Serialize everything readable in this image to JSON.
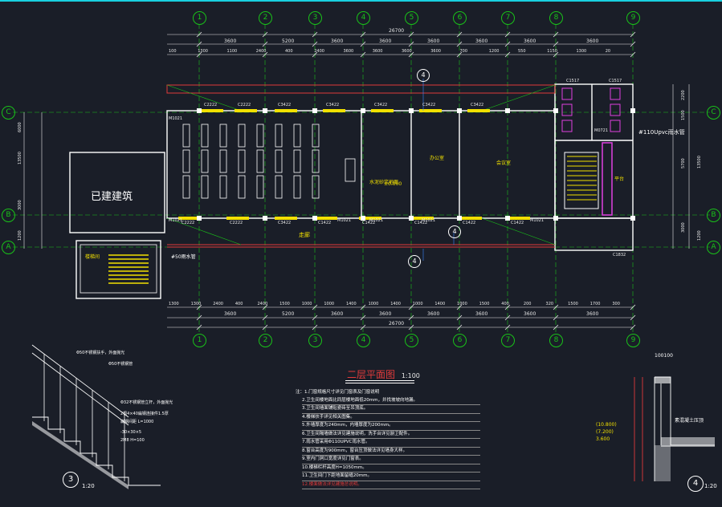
{
  "colors": {
    "background": "#1a1e28",
    "grid_axis": "#19c219",
    "dimension": "#e8e8e8",
    "wall": "#ffffff",
    "window_yellow": "#f2e000",
    "door_magenta": "#e040e0",
    "outline_red": "#e03a3a",
    "leader_blue": "#3a86ff",
    "cyan_top": "#19d0e0"
  },
  "axes_top": [
    "1",
    "2",
    "3",
    "4",
    "5",
    "6",
    "7",
    "8",
    "9"
  ],
  "axes_bottom": [
    "1",
    "2",
    "3",
    "4",
    "5",
    "6",
    "7",
    "8",
    "9"
  ],
  "axes_left": [
    "C",
    "B",
    "A"
  ],
  "axes_right": [
    "C",
    "B",
    "A"
  ],
  "dims": {
    "top_total": "26700",
    "bottom_total": "26700",
    "top_row": [
      "3600",
      "5200",
      "3600",
      "3600",
      "3600",
      "3600",
      "3600",
      "3600"
    ],
    "top_small": [
      "100",
      "1300",
      "1100",
      "2400",
      "400",
      "2400",
      "3600",
      "3600",
      "3600",
      "3600",
      "700",
      "1200",
      "550",
      "1150",
      "1300",
      "20"
    ],
    "bottom_row": [
      "3600",
      "5200",
      "3600",
      "3600",
      "3600",
      "3600",
      "3600",
      "3600"
    ],
    "bottom_small": [
      "1300",
      "1300",
      "2400",
      "400",
      "2400",
      "1500",
      "1000",
      "1000",
      "1400",
      "1000",
      "1400",
      "1000",
      "1400",
      "1000",
      "1500",
      "400",
      "200",
      "320",
      "1500",
      "1700",
      "300"
    ],
    "left": [
      "6000",
      "13500",
      "3000",
      "1200"
    ],
    "right": [
      "2200",
      "1500",
      "5700",
      "13500",
      "3000",
      "1200"
    ]
  },
  "windows_north": [
    "C2222",
    "C2222",
    "C3422",
    "C3422",
    "C3422",
    "C3422",
    "C3422"
  ],
  "windows_south": [
    "C2222",
    "C2222",
    "C3422",
    "C1422",
    "C1422",
    "C1422",
    "C1422",
    "C1422"
  ],
  "doors": [
    "M1021",
    "M1021",
    "M1021",
    "M1021",
    "M1021",
    "M1021",
    "M0721",
    "C1517",
    "C1517",
    "C1832"
  ],
  "rooms": {
    "existing_building": "已建建筑",
    "corridor": "走廊",
    "room_a": "水泥砂浆地面",
    "room_b": "办公室",
    "room_c": "会议室",
    "stair": "楼梯间",
    "platform": "平台"
  },
  "callouts": {
    "ref_top": "4",
    "ref_mid": "4",
    "ref_bottom": "4",
    "pipe_note": "#110Upvc雨水管",
    "left_note": "#50雨水管",
    "elev": "±0.000"
  },
  "main_title": "二层平面图",
  "main_scale": "1:100",
  "notes_title": "注：1.门窗规格尺寸详见门窗表及门窗说明",
  "notes": [
    "2.卫生间楼地面比同层楼地面低20mm，并找坡坡向地漏。",
    "3.卫生间墙面铺贴瓷砖至吊顶底。",
    "4.楼梯扶手详见相关图集。",
    "5.外墙厚度为240mm，内墙厚度为200mm。",
    "6.卫生间隔墙做法详见建施说明，洗手台详见厨卫配件。",
    "7.雨水管采用Φ110UPVC雨水管。",
    "8.窗台高度为900mm，窗台压顶做法详见墙身大样。",
    "9.室内门洞口宽度详见门窗表。",
    "10.楼梯栏杆高度H=1050mm。",
    "11.卫生间门下距地面留缝20mm。",
    "12.楼面做法详见建施总说明。"
  ],
  "detail3": {
    "label": "3",
    "scale": "1:20",
    "notes": [
      "Φ50不锈钢扶手，外面抛光",
      "Φ50不锈钢管",
      "Φ32不锈钢管立杆，外面抛光",
      "2根4×40扁钢连接件1.5厚",
      "扁钢间距 L=1000",
      "-30×30×5",
      "2M8 H=100"
    ]
  },
  "detail4": {
    "label": "4",
    "scale": "1:20",
    "dim_top": "100100",
    "elev1": "(10.800)",
    "elev2": "(7.200)",
    "elev3": "3.600",
    "note": "素混凝土压顶"
  }
}
